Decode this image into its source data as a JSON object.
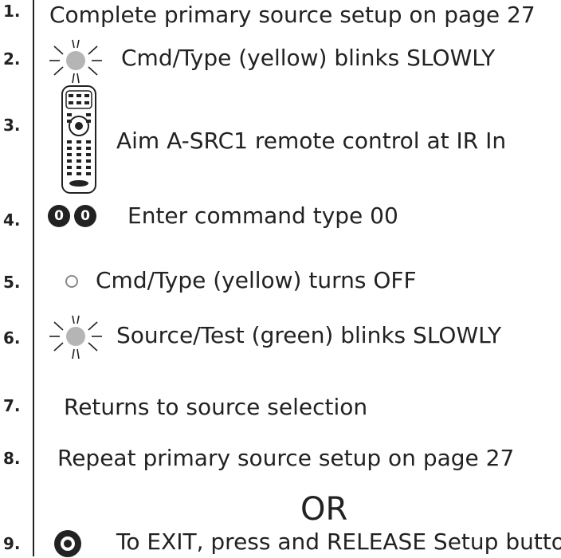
{
  "steps": [
    {
      "num": "1.",
      "text": "Complete primary source setup on page 27"
    },
    {
      "num": "2.",
      "text": "Cmd/Type (yellow) blinks SLOWLY",
      "icon": "blinking-led-icon"
    },
    {
      "num": "3.",
      "text": "Aim A-SRC1 remote control at IR In",
      "icon": "remote-control-icon"
    },
    {
      "num": "4.",
      "text": "Enter command type 00",
      "icon": "digit-zero-buttons-icon"
    },
    {
      "num": "5.",
      "text": "Cmd/Type (yellow) turns OFF",
      "icon": "led-off-icon"
    },
    {
      "num": "6.",
      "text": "Source/Test (green) blinks SLOWLY",
      "icon": "blinking-led-icon"
    },
    {
      "num": "7.",
      "text": "Returns to source selection"
    },
    {
      "num": "8.",
      "text": "Repeat primary source setup on page 27"
    },
    {
      "num": "9.",
      "text": "To EXIT, press and RELEASE Setup button",
      "icon": "setup-button-icon"
    }
  ],
  "or_label": "OR",
  "zero_digit": "0",
  "colors": {
    "text": "#222222",
    "led": "#b5b5b5",
    "led_off": "#888888"
  }
}
